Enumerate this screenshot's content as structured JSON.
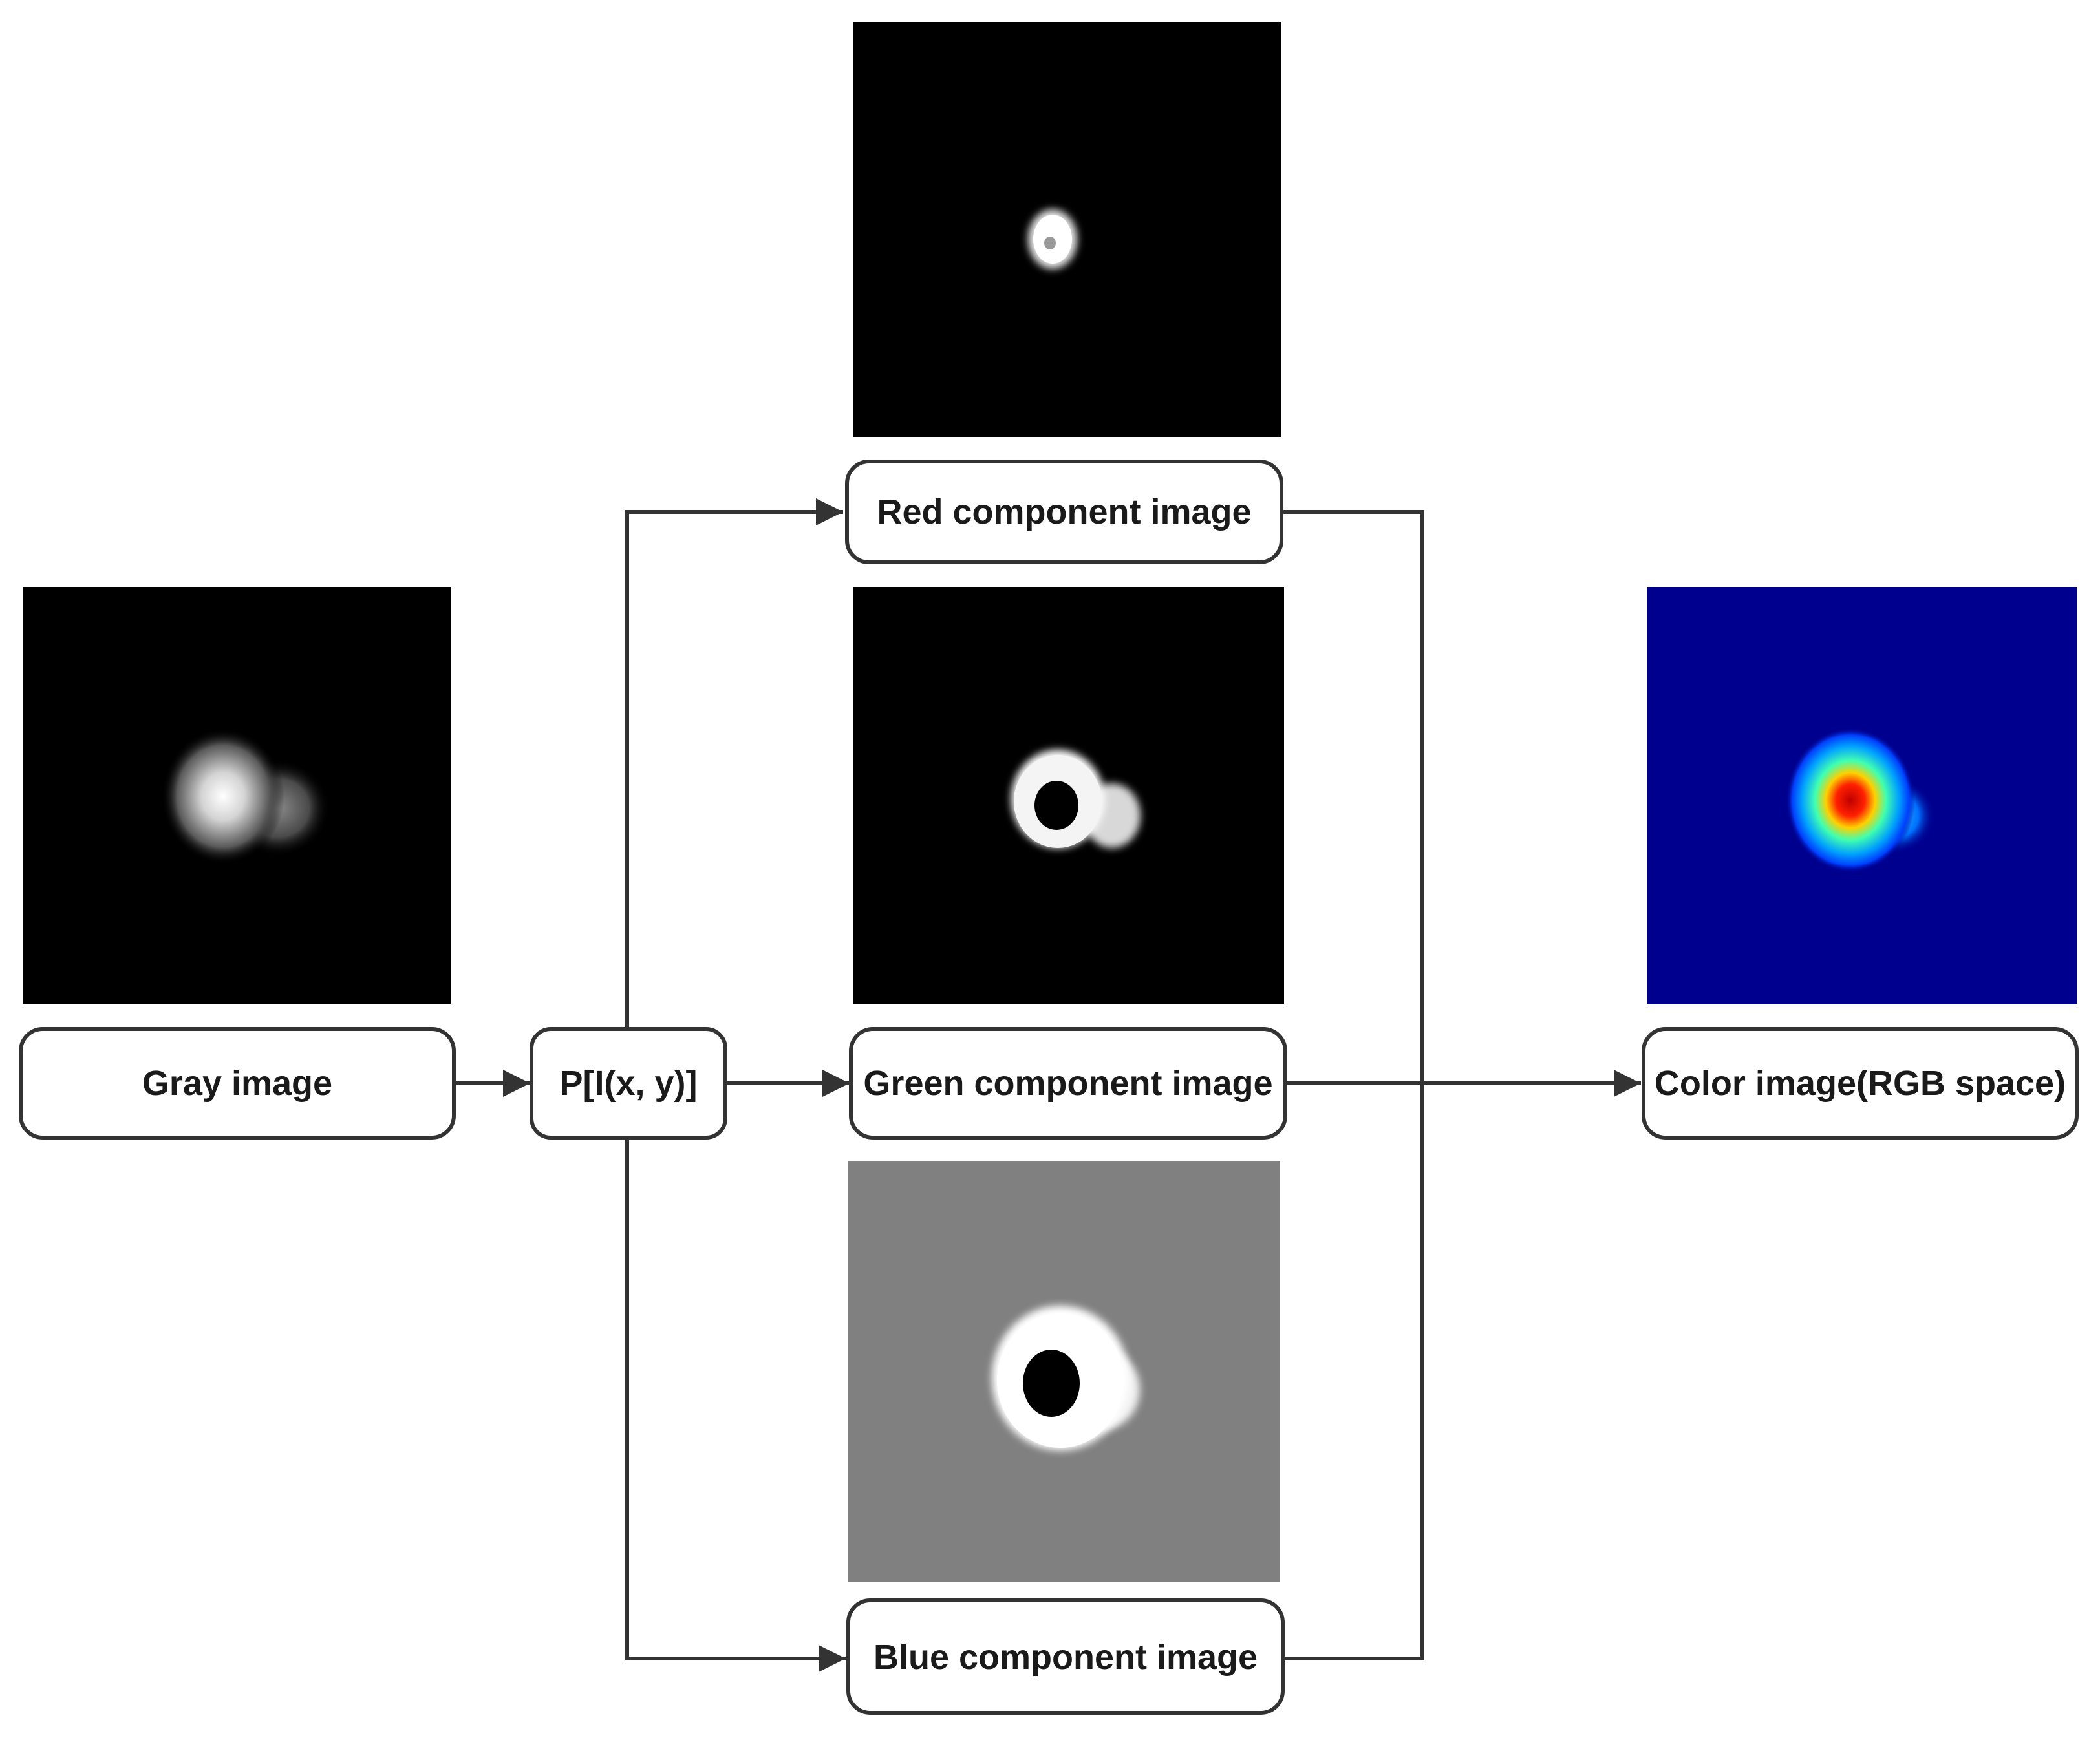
{
  "nodes": {
    "gray": {
      "label": "Gray image"
    },
    "mapping": {
      "label": "P[I(x, y)]"
    },
    "red": {
      "label": "Red component image"
    },
    "green": {
      "label": "Green component image"
    },
    "blue": {
      "label": "Blue component image"
    },
    "color": {
      "label": "Color image(RGB space)"
    }
  },
  "colors": {
    "stroke": "#333333",
    "image_black": "#000000",
    "blue_bg": "#808080",
    "jet_bg": "#00008f"
  }
}
